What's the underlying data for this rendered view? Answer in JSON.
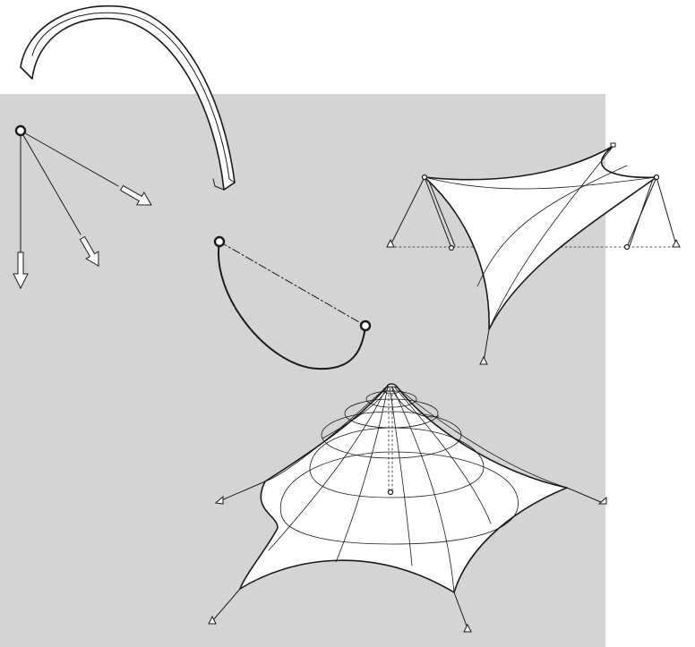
{
  "colors": {
    "background_panel": "#d3d4d6",
    "page": "#ffffff",
    "line": "#1a1a1a",
    "membrane_fill": "#ffffff"
  },
  "figures": [
    {
      "id": "arch",
      "shape": "curved-beam"
    },
    {
      "id": "force-vectors",
      "shape": "pinned-point-with-three-load-arrows"
    },
    {
      "id": "hanging-cable",
      "shape": "cable-between-two-pins"
    },
    {
      "id": "four-point-saddle",
      "shape": "membrane-with-masts-and-guys"
    },
    {
      "id": "conical-tent",
      "shape": "conic-membrane-with-radial-and-ring-lines"
    }
  ]
}
